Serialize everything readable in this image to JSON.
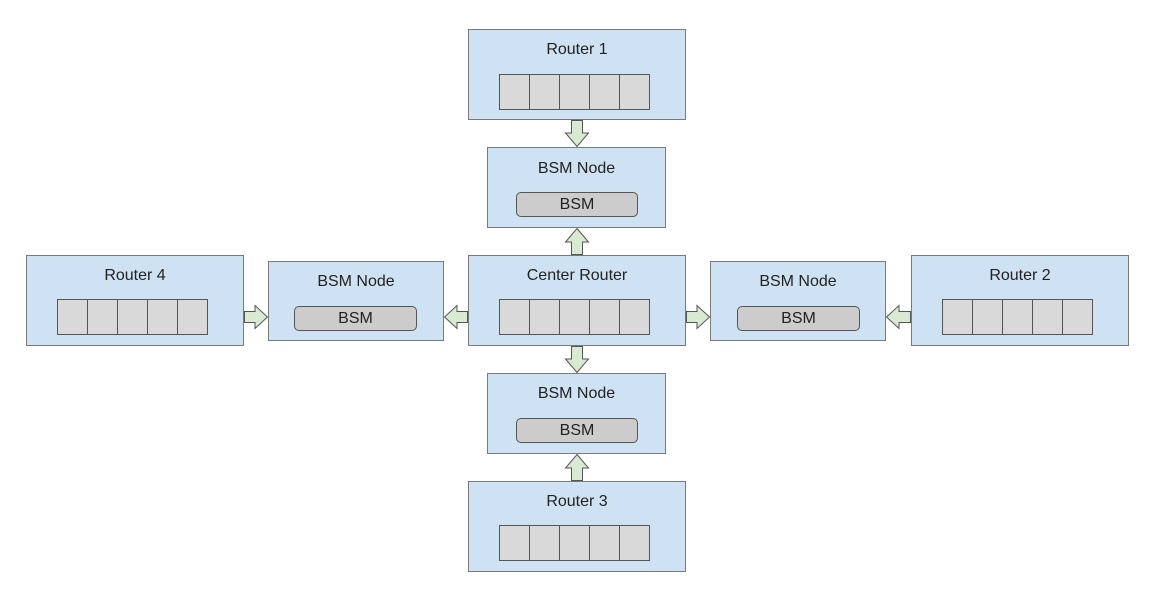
{
  "routers": {
    "top": {
      "label": "Router 1",
      "slots": 5
    },
    "right": {
      "label": "Router 2",
      "slots": 5
    },
    "bottom": {
      "label": "Router 3",
      "slots": 5
    },
    "left": {
      "label": "Router 4",
      "slots": 5
    },
    "center": {
      "label": "Center Router",
      "slots": 5
    }
  },
  "bsm_nodes": {
    "top": {
      "label": "BSM Node",
      "unit": "BSM"
    },
    "right": {
      "label": "BSM Node",
      "unit": "BSM"
    },
    "bottom": {
      "label": "BSM Node",
      "unit": "BSM"
    },
    "left": {
      "label": "BSM Node",
      "unit": "BSM"
    }
  },
  "colors": {
    "box_fill": "#cfe2f3",
    "slot_fill": "#d9d9d9",
    "bsm_fill": "#cccccc",
    "arrow_fill": "#d9ead3",
    "border": "#555555"
  }
}
